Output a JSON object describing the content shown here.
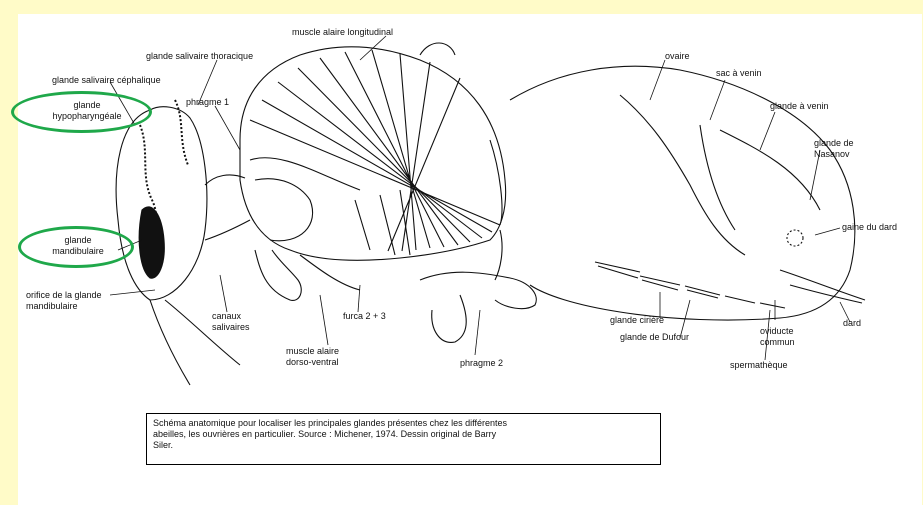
{
  "labels": {
    "muscle_alaire_longitudinal": "muscle alaire longitudinal",
    "glande_salivaire_thoracique": "glande salivaire thoracique",
    "glande_salivaire_cephalique": "glande salivaire céphalique",
    "glande_hypopharyngeale_1": "glande",
    "glande_hypopharyngeale_2": "hypopharyngéale",
    "phragme_1": "phragme 1",
    "glande_mandibulaire_1": "glande",
    "glande_mandibulaire_2": "mandibulaire",
    "orifice_1": "orifice de la glande",
    "orifice_2": "mandibulaire",
    "canaux_1": "canaux",
    "canaux_2": "salivaires",
    "furca": "furca 2 + 3",
    "muscle_dorso_1": "muscle alaire",
    "muscle_dorso_2": "dorso-ventral",
    "phragme_2": "phragme 2",
    "ovaire": "ovaire",
    "sac_a_venin": "sac à venin",
    "glande_a_venin": "glande à venin",
    "glande_nasanov_1": "glande de",
    "glande_nasanov_2": "Nasanov",
    "gaine_du_dard": "gaine du dard",
    "glande_ciriere": "glande cirière",
    "glande_dufour": "glande de Dufour",
    "oviducte_1": "oviducte",
    "oviducte_2": "commun",
    "dard": "dard",
    "spermatheque": "spermathèque"
  },
  "caption": {
    "line1": "Schéma anatomique pour localiser les principales glandes présentes chez les différentes",
    "line2": "abeilles, les ouvrières en particulier. Source : Michener, 1974. Dessin original de Barry",
    "line3": "Siler."
  },
  "colors": {
    "page_background": "#fffbc8",
    "highlight_ring": "#1fa84a",
    "ink": "#111111"
  }
}
